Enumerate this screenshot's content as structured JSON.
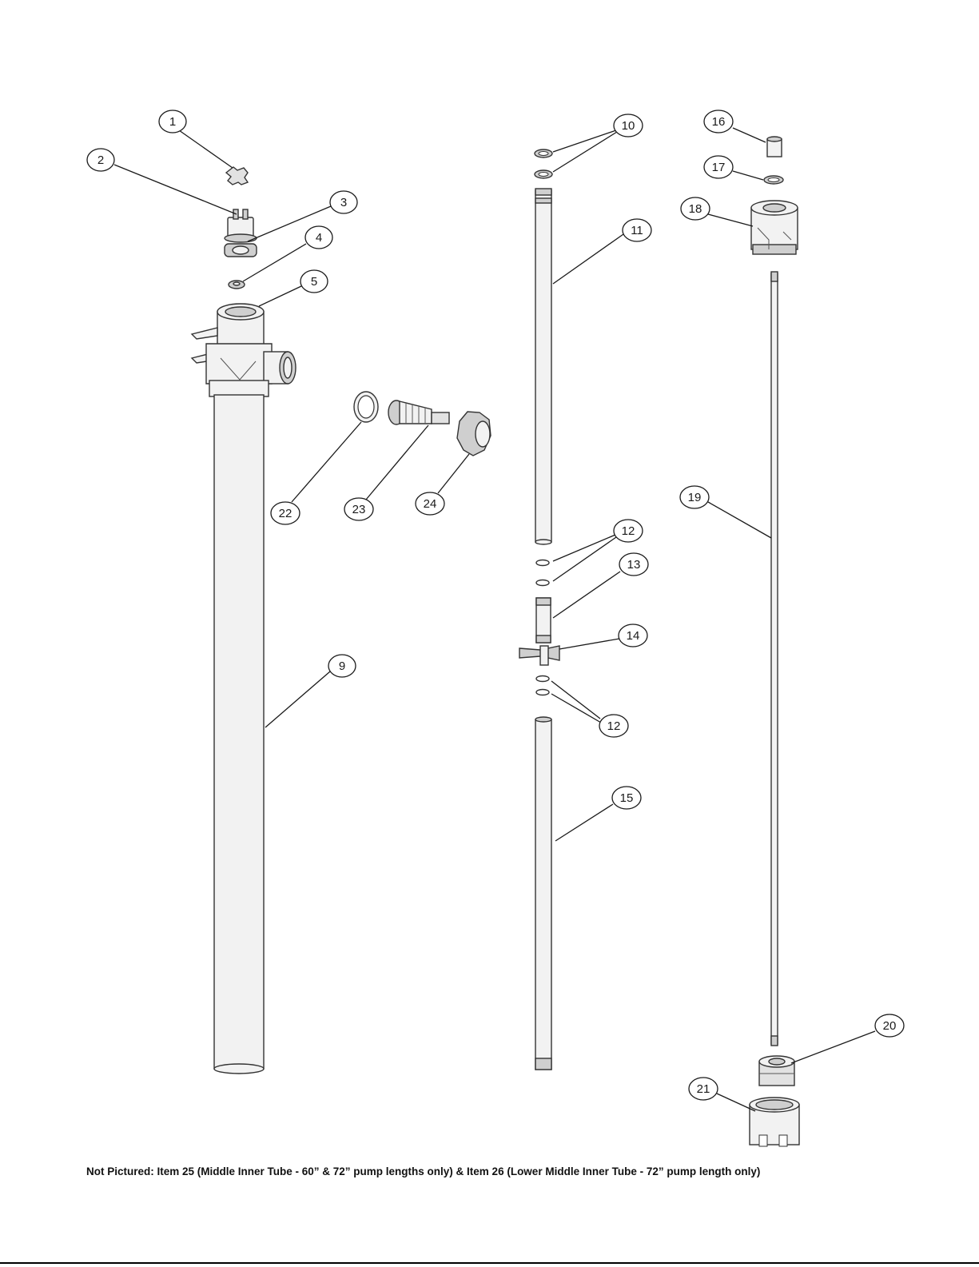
{
  "callouts": [
    {
      "label": "1"
    },
    {
      "label": "2"
    },
    {
      "label": "3"
    },
    {
      "label": "4"
    },
    {
      "label": "5"
    },
    {
      "label": "9"
    },
    {
      "label": "10"
    },
    {
      "label": "11"
    },
    {
      "label": "12"
    },
    {
      "label": "13"
    },
    {
      "label": "14"
    },
    {
      "label": "12"
    },
    {
      "label": "15"
    },
    {
      "label": "16"
    },
    {
      "label": "17"
    },
    {
      "label": "18"
    },
    {
      "label": "19"
    },
    {
      "label": "20"
    },
    {
      "label": "21"
    },
    {
      "label": "22"
    },
    {
      "label": "23"
    },
    {
      "label": "24"
    }
  ],
  "footnote": "Not Pictured:  Item 25 (Middle Inner Tube - 60” & 72” pump lengths only) & Item 26 (Lower Middle Inner Tube - 72” pump length only)"
}
